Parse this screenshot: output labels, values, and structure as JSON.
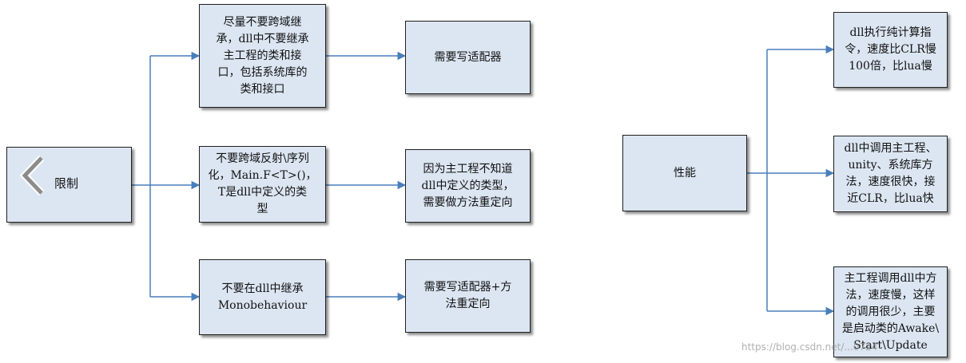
{
  "root_left": {
    "label": "限制",
    "icon": "chevron-left-icon"
  },
  "left_rules": [
    {
      "lines": [
        "尽量不要跨域继",
        "承，dll中不要继承",
        "主工程的类和接",
        "口，包括系统库的",
        "类和接口"
      ]
    },
    {
      "lines": [
        "不要跨域反射\\序列",
        "化，Main.F<T>()，",
        "T是dll中定义的类",
        "型"
      ]
    },
    {
      "lines": [
        "不要在dll中继承",
        "Monobehaviour"
      ]
    }
  ],
  "left_results": [
    {
      "lines": [
        "需要写适配器"
      ]
    },
    {
      "lines": [
        "因为主工程不知道",
        "dll中定义的类型，",
        "需要做方法重定向"
      ]
    },
    {
      "lines": [
        "需要写适配器+方",
        "法重定向"
      ]
    }
  ],
  "root_right": {
    "label": "性能"
  },
  "right_items": [
    {
      "lines": [
        "dll执行纯计算指",
        "令，速度比CLR慢",
        "100倍，比lua慢"
      ]
    },
    {
      "lines": [
        "dll中调用主工程、",
        "unity、系统库方",
        "法，速度很快，接",
        "近CLR，比lua快"
      ]
    },
    {
      "lines": [
        "主工程调用dll中方",
        "法，速度慢，这样",
        "的调用很少，主要",
        "是启动类的Awake\\",
        "Start\\Update"
      ]
    }
  ],
  "watermark": "https://blog.csdn.net/...0724",
  "colors": {
    "box_fill": "#dce6f2",
    "connector": "#4a7ebb",
    "border": "#1f1f1f"
  }
}
